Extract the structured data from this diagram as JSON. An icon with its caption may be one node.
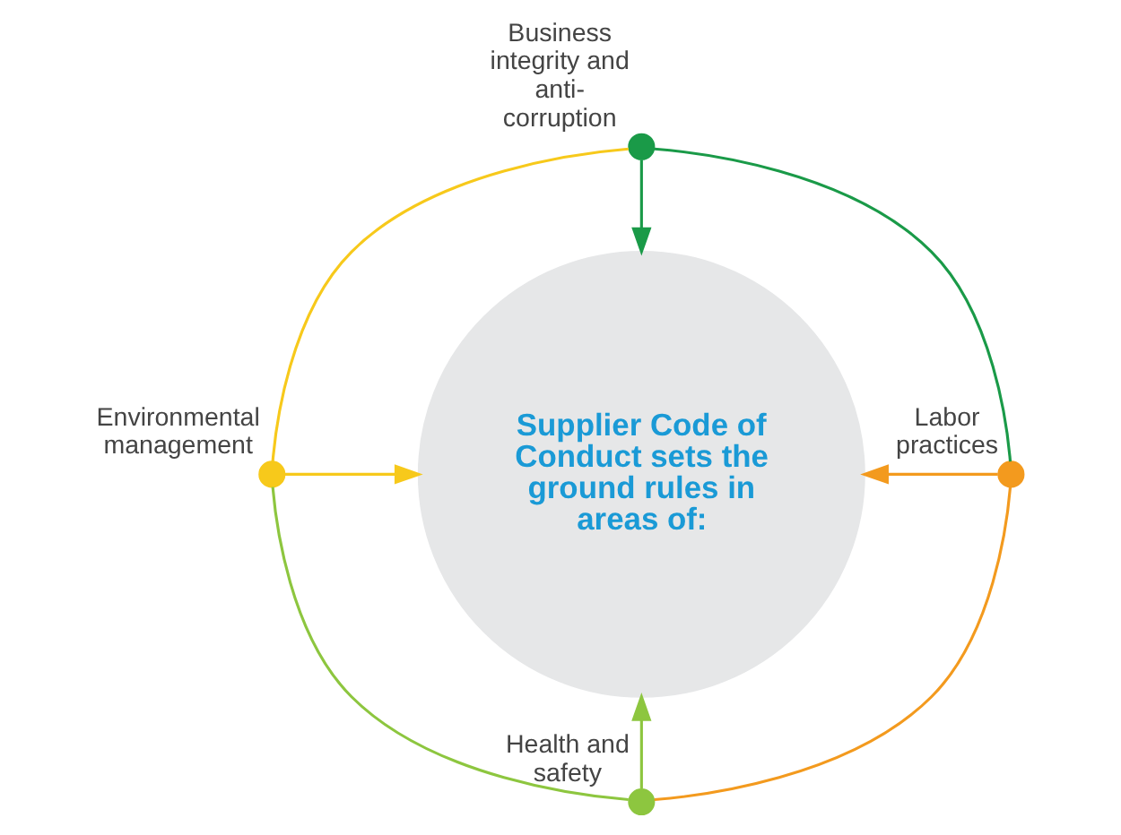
{
  "diagram": {
    "nodes": [
      {
        "text": [
          "Supplier Code of Conduct sets the ground rules in areas of:"
        ]
      },
      {
        "text": [],
        "shape": "circle",
        "beside": [
          "Business integrity and anti-corruption"
        ]
      },
      {
        "text": [],
        "shape": "circle",
        "beside": [
          "Environmental management"
        ]
      },
      {
        "text": [],
        "shape": "circle",
        "beside": [
          "Labor practices"
        ]
      },
      {
        "text": [],
        "shape": "circle",
        "beside": [
          "Health and safety"
        ]
      }
    ],
    "edges": [
      {
        "from": 1,
        "to": 3,
        "arrow": "none",
        "color": "#1a9a48"
      },
      {
        "from": 3,
        "to": 4,
        "arrow": "none",
        "color": "#f39a1e"
      },
      {
        "from": 4,
        "to": 2,
        "arrow": "none",
        "color": "#8dc63f"
      },
      {
        "from": 2,
        "to": 1,
        "arrow": "none",
        "color": "#f7c91b"
      },
      {
        "from": 1,
        "to": 0,
        "arrow": "to",
        "color": "#1a9a48"
      },
      {
        "from": 2,
        "to": 0,
        "arrow": "to",
        "color": "#f7c91b"
      },
      {
        "from": 3,
        "to": 0,
        "arrow": "to",
        "color": "#f39a1e"
      },
      {
        "from": 4,
        "to": 0,
        "arrow": "to",
        "color": "#8dc63f"
      }
    ]
  }
}
